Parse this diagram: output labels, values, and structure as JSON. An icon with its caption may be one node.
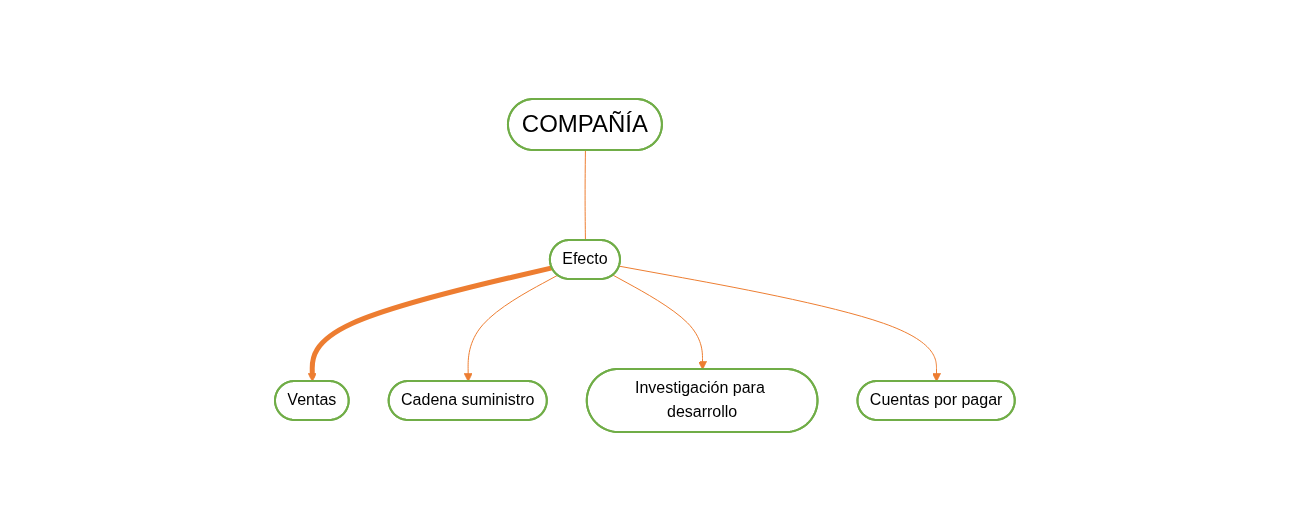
{
  "diagram": {
    "nodes": [
      {
        "text": [
          "COMPAÑÍA"
        ]
      },
      {
        "text": [
          "Efecto"
        ]
      },
      {
        "text": [
          "Ventas"
        ]
      },
      {
        "text": [
          "Cadena suministro"
        ]
      },
      {
        "text": [
          "Investigación para desarrollo"
        ]
      },
      {
        "text": [
          "Cuentas por pagar"
        ]
      }
    ],
    "edges": [
      {
        "from": 0,
        "to": 1,
        "arrow": "none"
      },
      {
        "from": 1,
        "to": 2,
        "arrow": "to",
        "style": "thick"
      },
      {
        "from": 1,
        "to": 3,
        "arrow": "to"
      },
      {
        "from": 1,
        "to": 4,
        "arrow": "to"
      },
      {
        "from": 1,
        "to": 5,
        "arrow": "to"
      }
    ]
  }
}
